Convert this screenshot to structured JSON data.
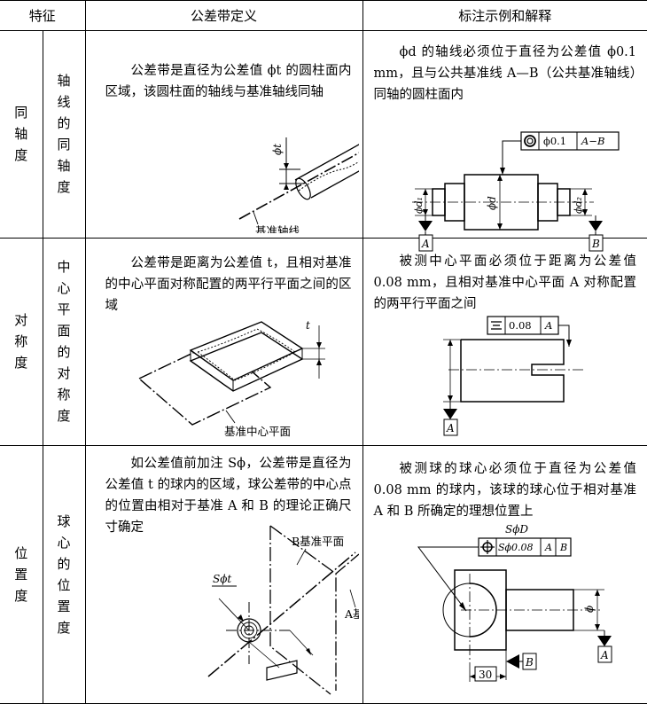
{
  "header": {
    "feature": "特征",
    "definition": "公差带定义",
    "example": "标注示例和解释"
  },
  "rows": [
    {
      "category": "同轴度",
      "feature": "轴线的同轴度",
      "definition": "公差带是直径为公差值 ϕt 的圆柱面内区域，该圆柱面的轴线与基准轴线同轴",
      "definition_figure": {
        "t_label": "ϕt",
        "datum_label": "基准轴线"
      },
      "example": "ϕd 的轴线必须位于直径为公差值 ϕ0.1 mm，且与公共基准线 A—B（公共基准轴线）同轴的圆柱面内",
      "example_figure": {
        "frame_value": "ϕ0.1",
        "frame_datum": "A−B",
        "labels": [
          "ϕd₁",
          "ϕd",
          "ϕd₂"
        ],
        "datums": [
          "A",
          "B"
        ]
      }
    },
    {
      "category": "对称度",
      "feature": "中心平面的对称度",
      "definition": "公差带是距离为公差值 t，且相对基准的中心平面对称配置的两平行平面之间的区域",
      "definition_figure": {
        "t_label": "t",
        "datum_label": "基准中心平面"
      },
      "example": "被测中心平面必须位于距离为公差值 0.08 mm，且相对基准中心平面 A 对称配置的两平行平面之间",
      "example_figure": {
        "frame_value": "0.08",
        "frame_datum": "A",
        "datum": "A"
      }
    },
    {
      "category": "位置度",
      "feature": "球心的位置度",
      "definition": "如公差值前加注 Sϕ，公差带是直径为公差值 t 的球内的区域，球公差带的中心点的位置由相对于基准 A 和 B 的理论正确尺寸确定",
      "definition_figure": {
        "t_label": "Sϕt",
        "plane_label": "B基准平面",
        "axis_label": "A基准轴线"
      },
      "example": "被测球的球心必须位于直径为公差值 0.08 mm 的球内，该球的球心位于相对基准 A 和 B 所确定的理想位置上",
      "example_figure": {
        "top_label": "SϕD",
        "frame_value": "Sϕ0.08",
        "frame_datums": [
          "A",
          "B"
        ],
        "dim_label": "ϕ",
        "dim_value": "30",
        "datums": [
          "A",
          "B"
        ]
      }
    }
  ]
}
